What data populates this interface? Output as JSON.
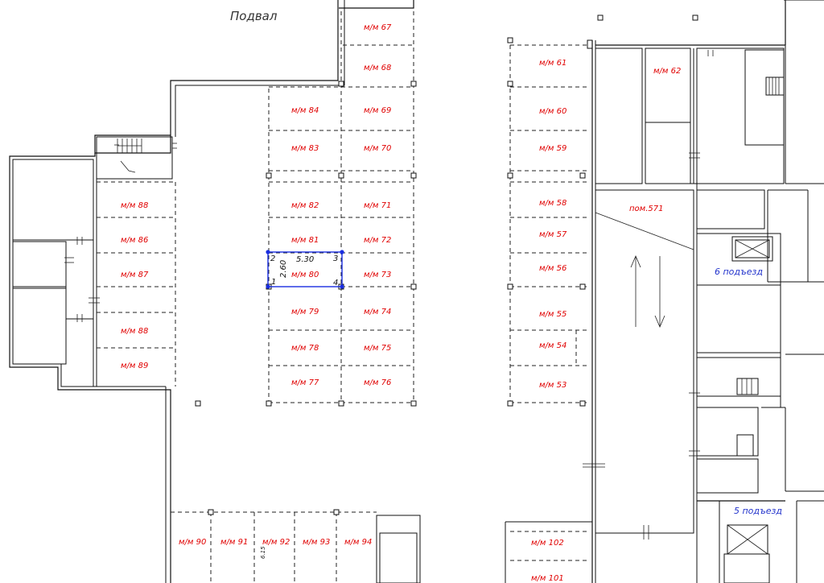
{
  "title": "Подвал",
  "spaces": {
    "s67": "м/м 67",
    "s68": "м/м 68",
    "s84": "м/м 84",
    "s69": "м/м 69",
    "s83": "м/м 83",
    "s70": "м/м 70",
    "s82": "м/м 82",
    "s71": "м/м 71",
    "s81": "м/м 81",
    "s72": "м/м 72",
    "s80": "м/м 80",
    "s73": "м/м 73",
    "s79": "м/м 79",
    "s74": "м/м 74",
    "s78": "м/м 78",
    "s75": "м/м 75",
    "s77": "м/м 77",
    "s76": "м/м 76",
    "s88a": "м/м 88",
    "s86": "м/м 86",
    "s87": "м/м 87",
    "s88b": "м/м 88",
    "s89": "м/м 89",
    "s61": "м/м 61",
    "s60": "м/м 60",
    "s59": "м/м 59",
    "s58": "м/м 58",
    "s57": "м/м 57",
    "s56": "м/м 56",
    "s55": "м/м 55",
    "s54": "м/м 54",
    "s53": "м/м 53",
    "s62": "м/м 62",
    "s90": "м/м 90",
    "s91": "м/м 91",
    "s92": "м/м 92",
    "s93": "м/м 93",
    "s94": "м/м 94",
    "s102": "м/м 102",
    "s101": "м/м 101"
  },
  "room_label": "пом.571",
  "entrance6": "6 подъезд",
  "entrance5": "5 подъезд",
  "selection": {
    "length": "5.30",
    "width": "2.60",
    "p1": "1",
    "p2": "2",
    "p3": "3",
    "p4": "4"
  },
  "dim_small": "6.15",
  "colors": {
    "label": "#e00000",
    "entrance": "#2233cc",
    "selection": "#1a2ee0"
  }
}
